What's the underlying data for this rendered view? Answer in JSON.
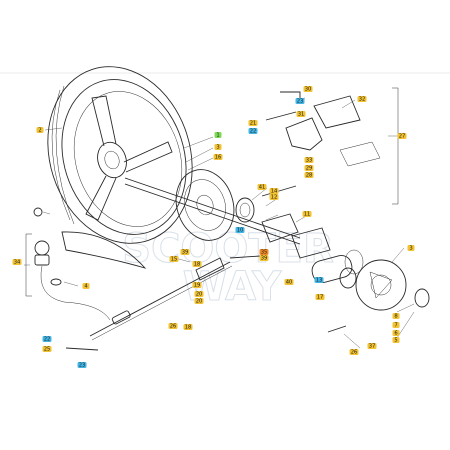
{
  "colors": {
    "callout_green": "#7ed957",
    "callout_teal": "#41b6e6",
    "callout_yellow": "#f2c230",
    "callout_orange": "#f08a24",
    "line": "#2a2a2a",
    "watermark": "#b9c7d6"
  },
  "watermark": {
    "text_top": "SCOOTER",
    "text_bottom": "WAY"
  },
  "callouts": [
    {
      "label": "2",
      "color": "yellow"
    },
    {
      "label": "1",
      "color": "green"
    },
    {
      "label": "3",
      "color": "yellow"
    },
    {
      "label": "16",
      "color": "yellow"
    },
    {
      "label": "39",
      "color": "yellow"
    },
    {
      "label": "34",
      "color": "yellow"
    },
    {
      "label": "4",
      "color": "yellow"
    },
    {
      "label": "22",
      "color": "teal"
    },
    {
      "label": "25",
      "color": "yellow"
    },
    {
      "label": "23",
      "color": "teal"
    },
    {
      "label": "15",
      "color": "yellow"
    },
    {
      "label": "18",
      "color": "yellow"
    },
    {
      "label": "19",
      "color": "yellow"
    },
    {
      "label": "20",
      "color": "yellow"
    },
    {
      "label": "20",
      "color": "yellow"
    },
    {
      "label": "26",
      "color": "yellow"
    },
    {
      "label": "18",
      "color": "yellow"
    },
    {
      "label": "10",
      "color": "teal"
    },
    {
      "label": "41",
      "color": "yellow"
    },
    {
      "label": "14",
      "color": "yellow"
    },
    {
      "label": "12",
      "color": "yellow"
    },
    {
      "label": "11",
      "color": "yellow"
    },
    {
      "label": "35",
      "color": "orange"
    },
    {
      "label": "39",
      "color": "yellow"
    },
    {
      "label": "40",
      "color": "yellow"
    },
    {
      "label": "13",
      "color": "teal"
    },
    {
      "label": "17",
      "color": "yellow"
    },
    {
      "label": "3",
      "color": "yellow"
    },
    {
      "label": "21",
      "color": "yellow"
    },
    {
      "label": "22",
      "color": "teal"
    },
    {
      "label": "30",
      "color": "yellow"
    },
    {
      "label": "23",
      "color": "teal"
    },
    {
      "label": "31",
      "color": "yellow"
    },
    {
      "label": "32",
      "color": "yellow"
    },
    {
      "label": "27",
      "color": "yellow"
    },
    {
      "label": "33",
      "color": "yellow"
    },
    {
      "label": "29",
      "color": "yellow"
    },
    {
      "label": "28",
      "color": "yellow"
    },
    {
      "label": "8",
      "color": "yellow"
    },
    {
      "label": "7",
      "color": "yellow"
    },
    {
      "label": "6",
      "color": "yellow"
    },
    {
      "label": "5",
      "color": "yellow"
    },
    {
      "label": "26",
      "color": "yellow"
    },
    {
      "label": "37",
      "color": "yellow"
    }
  ]
}
